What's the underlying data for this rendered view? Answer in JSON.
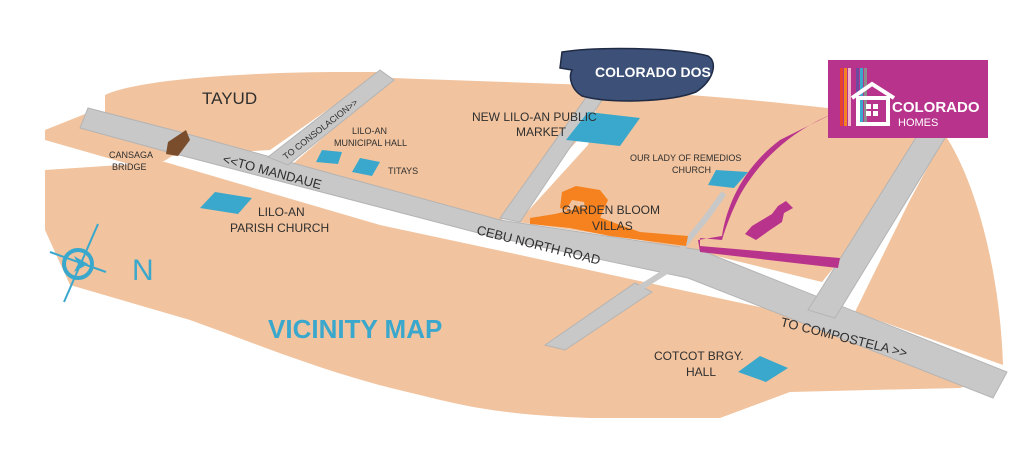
{
  "title": "VICINITY MAP",
  "colors": {
    "land": "#f1c39e",
    "road": "#c8c8c8",
    "road_edge": "#b4b4b4",
    "building": "#3aa8cc",
    "highlight_building": "#f5821f",
    "route": "#b8338c",
    "colorado_dos_fill": "#3d5178",
    "title": "#3aa8cc",
    "compass": "#3aa8cc",
    "bridge": "#7a4e2d"
  },
  "places": {
    "tayud": "TAYUD",
    "cansaga_bridge_line1": "CANSAGA",
    "cansaga_bridge_line2": "BRIDGE",
    "municipal_hall_line1": "LILO-AN",
    "municipal_hall_line2": "MUNICIPAL HALL",
    "titays": "TITAYS",
    "public_market_line1": "NEW LILO-AN PUBLIC",
    "public_market_line2": "MARKET",
    "church_remedios_line1": "OUR LADY OF REMEDIOS",
    "church_remedios_line2": "CHURCH",
    "garden_bloom_line1": "GARDEN BLOOM",
    "garden_bloom_line2": "VILLAS",
    "parish_church_line1": "LILO-AN",
    "parish_church_line2": "PARISH CHURCH",
    "cotcot_line1": "COTCOT BRGY.",
    "cotcot_line2": "HALL",
    "colorado_dos": "COLORADO DOS"
  },
  "roads": {
    "to_consolacion": "TO CONSOLACION>>",
    "to_mandaue": "<<TO MANDAUE",
    "cebu_north_road": "CEBU NORTH ROAD",
    "to_compostela": "TO COMPOSTELA >>"
  },
  "logo": {
    "line1": "COLORADO",
    "line2": "HOMES",
    "stripe_colors": [
      "#e8412c",
      "#f5821f",
      "#f2b4cc",
      "#b8338c",
      "#6b4aa0",
      "#3aa8cc",
      "#8c8c8c"
    ]
  },
  "compass": {
    "direction": "N"
  }
}
